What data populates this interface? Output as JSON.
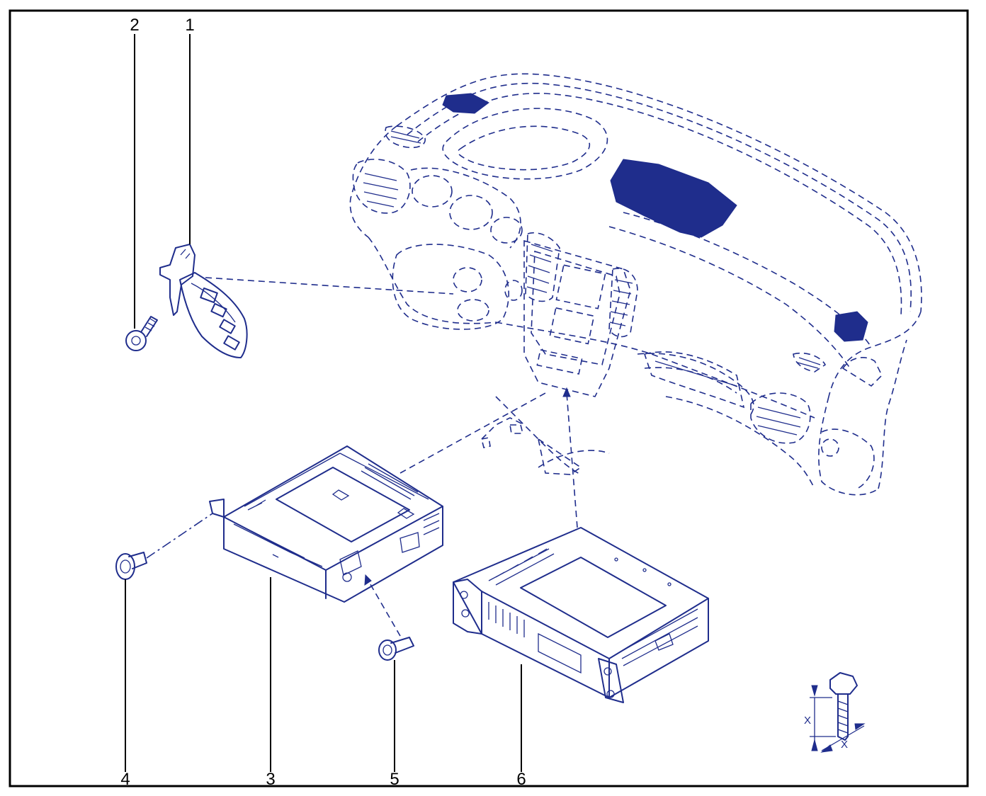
{
  "callouts": [
    {
      "id": "1",
      "label": "1"
    },
    {
      "id": "2",
      "label": "2"
    },
    {
      "id": "3",
      "label": "3"
    },
    {
      "id": "4",
      "label": "4"
    },
    {
      "id": "5",
      "label": "5"
    },
    {
      "id": "6",
      "label": "6"
    }
  ],
  "screw_detail": {
    "dim_length": "X",
    "dim_diameter": "X"
  },
  "colors": {
    "line": "#1f2d8c",
    "frame": "#000000",
    "background": "#ffffff"
  }
}
